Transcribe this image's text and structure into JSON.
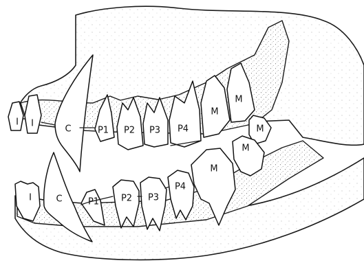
{
  "diagram": {
    "upper_labels": {
      "incisor_1": "I",
      "incisor_2": "I",
      "canine": "C",
      "premolar_1": "P1",
      "premolar_2": "P2",
      "premolar_3": "P3",
      "premolar_4": "P4",
      "molar_1": "M",
      "molar_2": "M",
      "molar_3": "M"
    },
    "lower_labels": {
      "incisor_1": "I",
      "canine": "C",
      "premolar_1": "P1",
      "premolar_2": "P2",
      "premolar_3": "P3",
      "premolar_4": "P4",
      "molar_1": "M",
      "molar_2": "M"
    }
  }
}
